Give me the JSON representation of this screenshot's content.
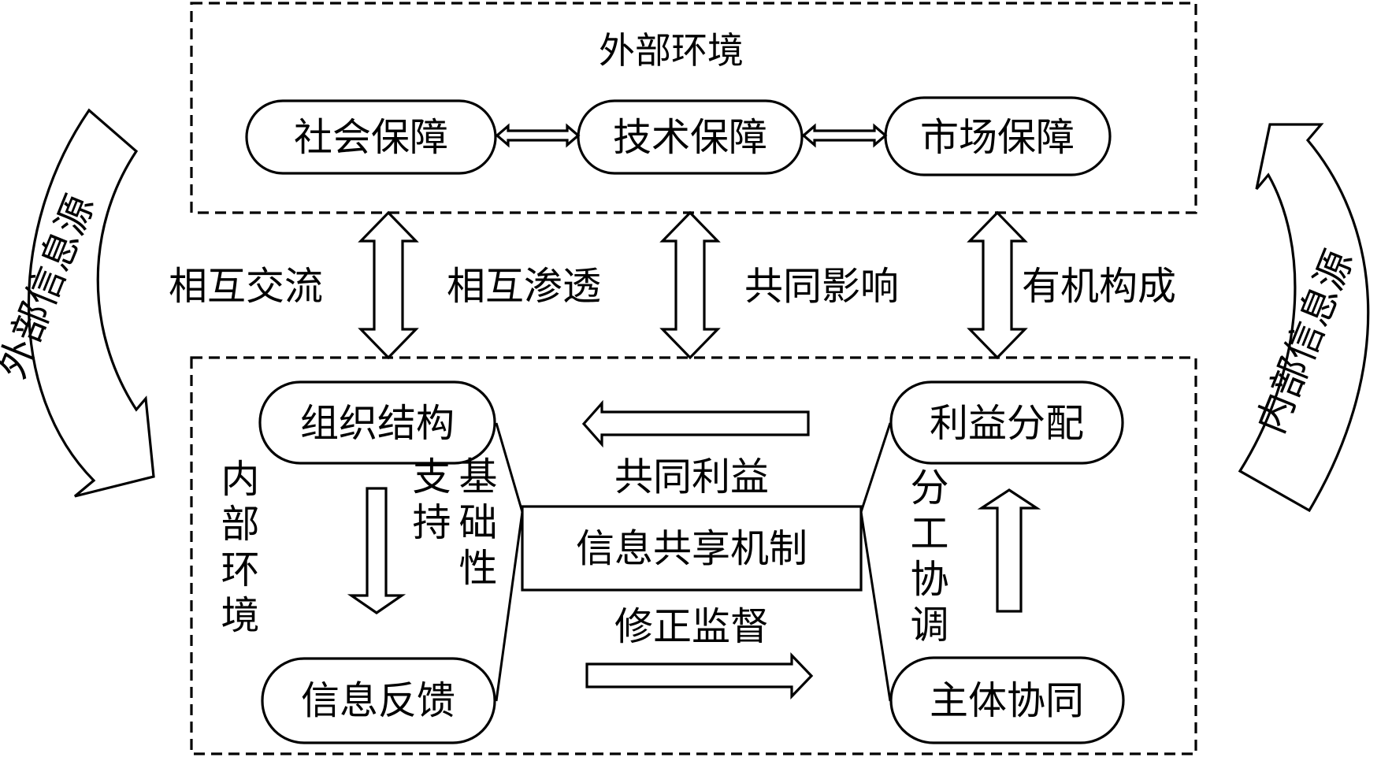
{
  "external_environment": {
    "title": "外部环境",
    "nodes": [
      "社会保障",
      "技术保障",
      "市场保障"
    ]
  },
  "connections": {
    "labels": [
      "相互交流",
      "相互渗透",
      "共同影响",
      "有机构成"
    ]
  },
  "internal_environment": {
    "title_chars": [
      "内",
      "部",
      "环",
      "境"
    ],
    "organization": "组织结构",
    "feedback": "信息反馈",
    "mechanism": "信息共享机制",
    "benefit_distribution": "利益分配",
    "subject_coordination": "主体协同",
    "common_interest": "共同利益",
    "correction_supervision": "修正监督",
    "basis_support_col1": [
      "支",
      "持"
    ],
    "basis_support_col2": [
      "基",
      "础",
      "性"
    ],
    "division_chars": [
      "分",
      "工",
      "协",
      "调"
    ]
  },
  "side_sources": {
    "left": "外部信息源",
    "right": "内部信息源"
  }
}
